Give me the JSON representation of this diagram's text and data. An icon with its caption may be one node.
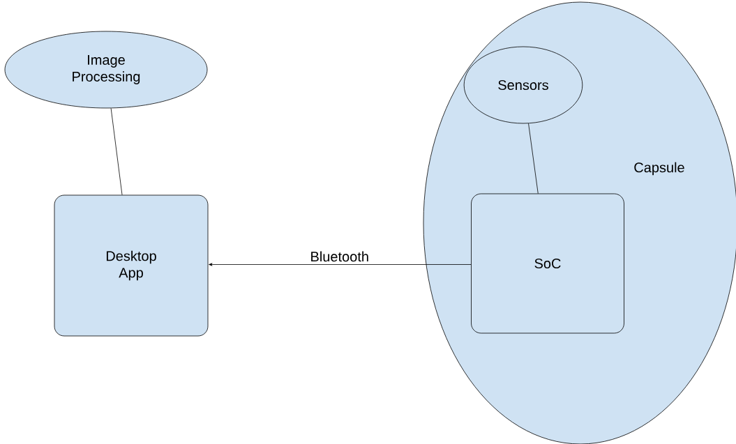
{
  "diagram": {
    "nodes": [
      {
        "text": [
          "Image Processing"
        ]
      },
      {
        "text": [
          "Desktop App"
        ]
      },
      {
        "text": [
          "Capsule"
        ]
      },
      {
        "text": [
          "Sensors"
        ],
        "in": 2
      },
      {
        "text": [
          "SoC"
        ],
        "in": 2
      }
    ],
    "edges": [
      {
        "from": 0,
        "to": 1,
        "arrow": "none"
      },
      {
        "from": 3,
        "to": 4,
        "arrow": "none"
      },
      {
        "from": 4,
        "to": 1,
        "arrow": "to",
        "label": "Bluetooth"
      }
    ]
  }
}
